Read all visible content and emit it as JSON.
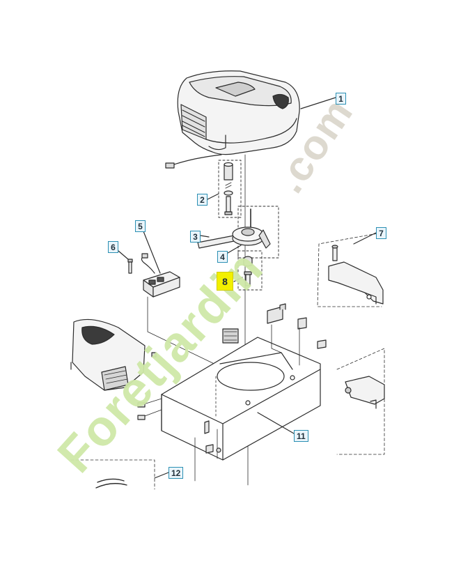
{
  "callouts": [
    "1",
    "2",
    "3",
    "4",
    "5",
    "6",
    "7",
    "8",
    "11",
    "12"
  ],
  "highlighted_part": "8",
  "watermark": {
    "main": "Foretjardin",
    "tld": ".com",
    "main_color": "#c9e59e",
    "tld_color": "#d5d0c6"
  },
  "colors": {
    "line": "#2b2b2b",
    "callout_border": "#2a8fb3",
    "callout_fill": "#eaf5fb",
    "highlight": "#f2f000"
  }
}
